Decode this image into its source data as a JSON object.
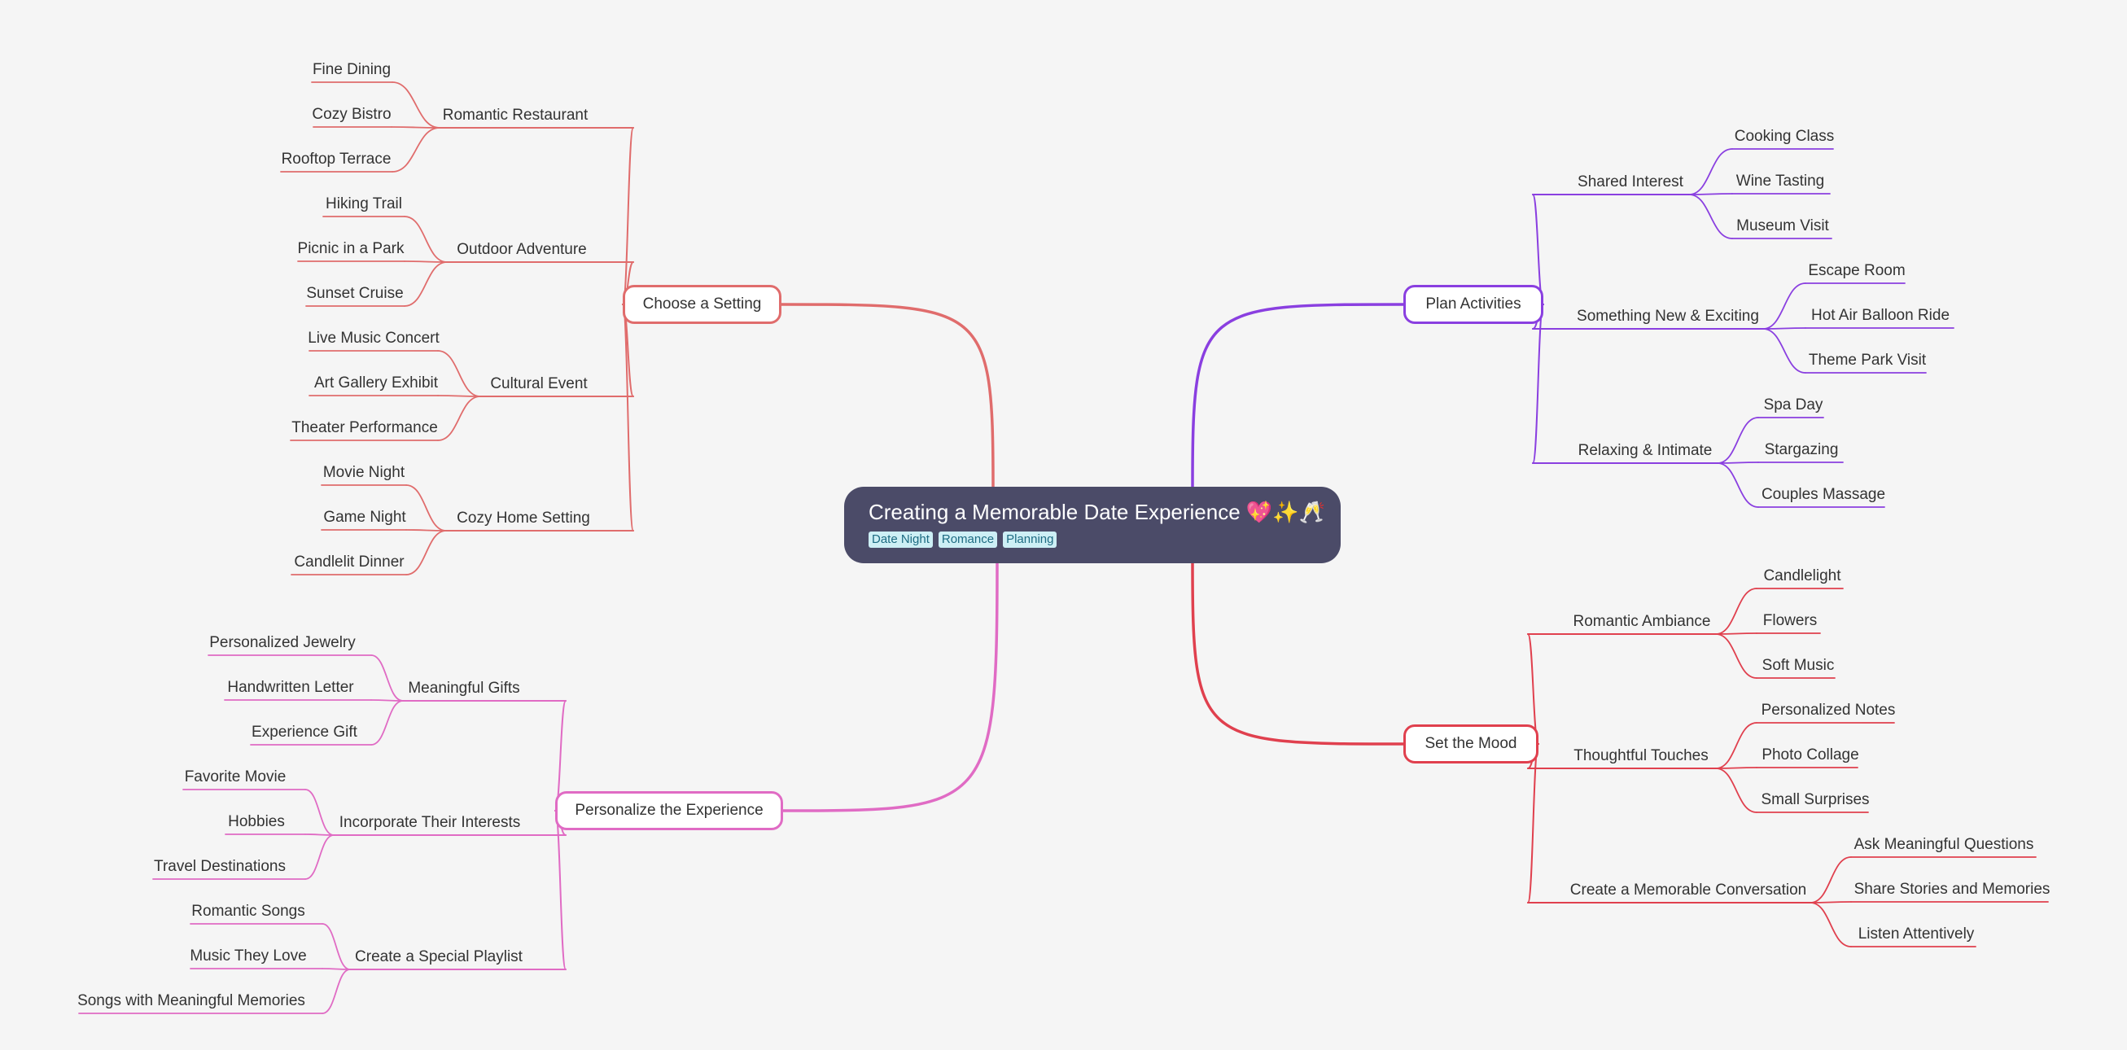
{
  "root": {
    "title": "Creating a Memorable Date Experience",
    "emoji": "💖✨🥂",
    "tags": [
      "Date Night",
      "Romance",
      "Planning"
    ]
  },
  "colors": {
    "setting": "#e06c6c",
    "activities": "#8a3fe0",
    "mood": "#e0404e",
    "personalize": "#e06bc4",
    "root_bg": "#4b4b68",
    "tag_bg": "#cdeff5"
  },
  "main": [
    {
      "id": "setting",
      "label": "Choose a Setting",
      "side": "left",
      "branches": [
        {
          "label": "Romantic Restaurant",
          "leaves": [
            "Fine Dining",
            "Cozy Bistro",
            "Rooftop Terrace"
          ]
        },
        {
          "label": "Outdoor Adventure",
          "leaves": [
            "Hiking Trail",
            "Picnic in a Park",
            "Sunset Cruise"
          ]
        },
        {
          "label": "Cultural Event",
          "leaves": [
            "Live Music Concert",
            "Art Gallery Exhibit",
            "Theater Performance"
          ]
        },
        {
          "label": "Cozy Home Setting",
          "leaves": [
            "Movie Night",
            "Game Night",
            "Candlelit Dinner"
          ]
        }
      ]
    },
    {
      "id": "personalize",
      "label": "Personalize the Experience",
      "side": "left",
      "branches": [
        {
          "label": "Meaningful Gifts",
          "leaves": [
            "Personalized Jewelry",
            "Handwritten Letter",
            "Experience Gift"
          ]
        },
        {
          "label": "Incorporate Their Interests",
          "leaves": [
            "Favorite Movie",
            "Hobbies",
            "Travel Destinations"
          ]
        },
        {
          "label": "Create a Special Playlist",
          "leaves": [
            "Romantic Songs",
            "Music They Love",
            "Songs with Meaningful Memories"
          ]
        }
      ]
    },
    {
      "id": "activities",
      "label": "Plan Activities",
      "side": "right",
      "branches": [
        {
          "label": "Shared Interest",
          "leaves": [
            "Cooking Class",
            "Wine Tasting",
            "Museum Visit"
          ]
        },
        {
          "label": "Something New & Exciting",
          "leaves": [
            "Escape Room",
            "Hot Air Balloon Ride",
            "Theme Park Visit"
          ]
        },
        {
          "label": "Relaxing & Intimate",
          "leaves": [
            "Spa Day",
            "Stargazing",
            "Couples Massage"
          ]
        }
      ]
    },
    {
      "id": "mood",
      "label": "Set the Mood",
      "side": "right",
      "branches": [
        {
          "label": "Romantic Ambiance",
          "leaves": [
            "Candlelight",
            "Flowers",
            "Soft Music"
          ]
        },
        {
          "label": "Thoughtful Touches",
          "leaves": [
            "Personalized Notes",
            "Photo Collage",
            "Small Surprises"
          ]
        },
        {
          "label": "Create a Memorable Conversation",
          "leaves": [
            "Ask Meaningful Questions",
            "Share Stories and Memories",
            "Listen Attentively"
          ]
        }
      ]
    }
  ]
}
